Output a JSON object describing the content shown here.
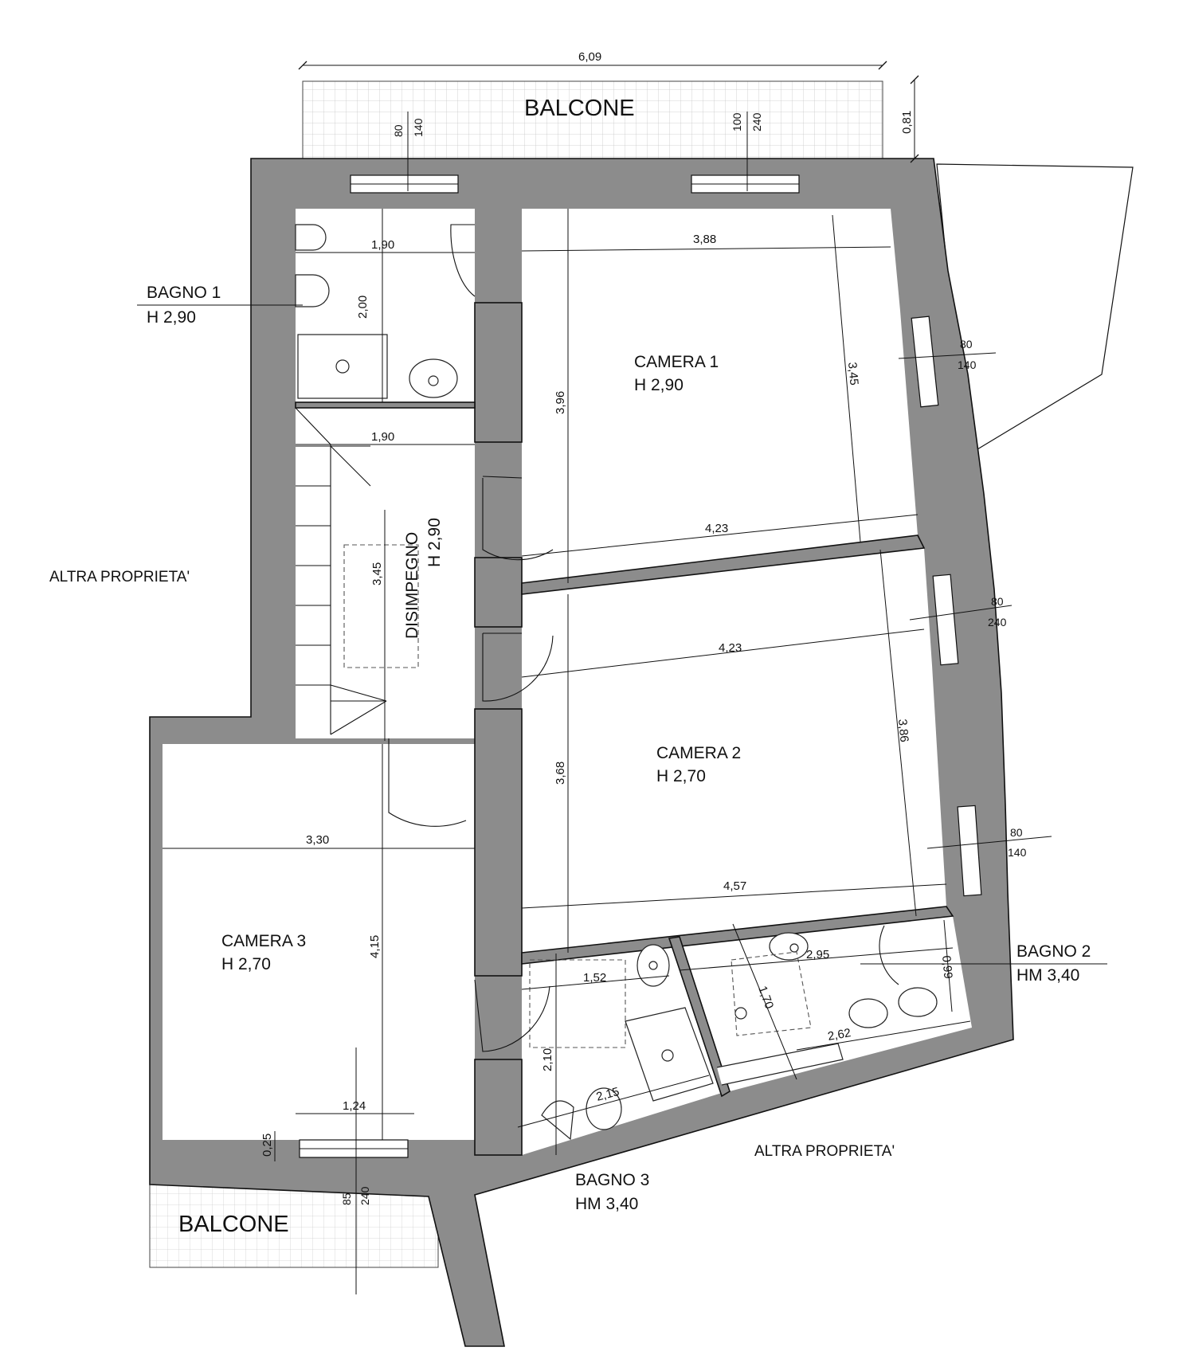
{
  "labels": {
    "balcone_top": "BALCONE",
    "balcone_bottom": "BALCONE",
    "altra_left": "ALTRA PROPRIETA'",
    "altra_bottom": "ALTRA PROPRIETA'"
  },
  "rooms": {
    "bagno1": {
      "name": "BAGNO 1",
      "height": "H 2,90"
    },
    "camera1": {
      "name": "CAMERA 1",
      "height": "H 2,90"
    },
    "camera2": {
      "name": "CAMERA 2",
      "height": "H 2,70"
    },
    "camera3": {
      "name": "CAMERA 3",
      "height": "H 2,70"
    },
    "disimpegno": {
      "name": "DISIMPEGNO",
      "height": "H 2,90"
    },
    "bagno2": {
      "name": "BAGNO 2",
      "height": "HM 3,40"
    },
    "bagno3": {
      "name": "BAGNO 3",
      "height": "HM 3,40"
    }
  },
  "dimensions": {
    "balcone_width": "6,09",
    "balcone_depth": "0,81",
    "bagno1_w": "1,90",
    "bagno1_h": "2,00",
    "disimpegno_w": "1,90",
    "disimpegno_h": "3,45",
    "camera1_top": "3,88",
    "camera1_left": "3,96",
    "camera1_right": "3,45",
    "camera1_bottom": "4,23",
    "camera2_top": "4,23",
    "camera2_left": "3,68",
    "camera2_right": "3,86",
    "camera2_bottom": "4,57",
    "camera3_w": "3,30",
    "camera3_h": "4,15",
    "bagno3_w": "1,52",
    "bagno3_h": "2,10",
    "bagno3_diag": "2,15",
    "bagno2_top": "2,95",
    "bagno2_diag": "1,70",
    "bagno2_bottom": "2,62",
    "bagno2_side": "0,99",
    "balcony_door_w": "1,24",
    "sill": "0,25"
  },
  "windows": {
    "w1_a": "80",
    "w1_b": "140",
    "w2_a": "100",
    "w2_b": "240",
    "w3_a": "80",
    "w3_b": "140",
    "w4_a": "80",
    "w4_b": "240",
    "w5_a": "80",
    "w5_b": "140",
    "w6_a": "85",
    "w6_b": "240"
  }
}
